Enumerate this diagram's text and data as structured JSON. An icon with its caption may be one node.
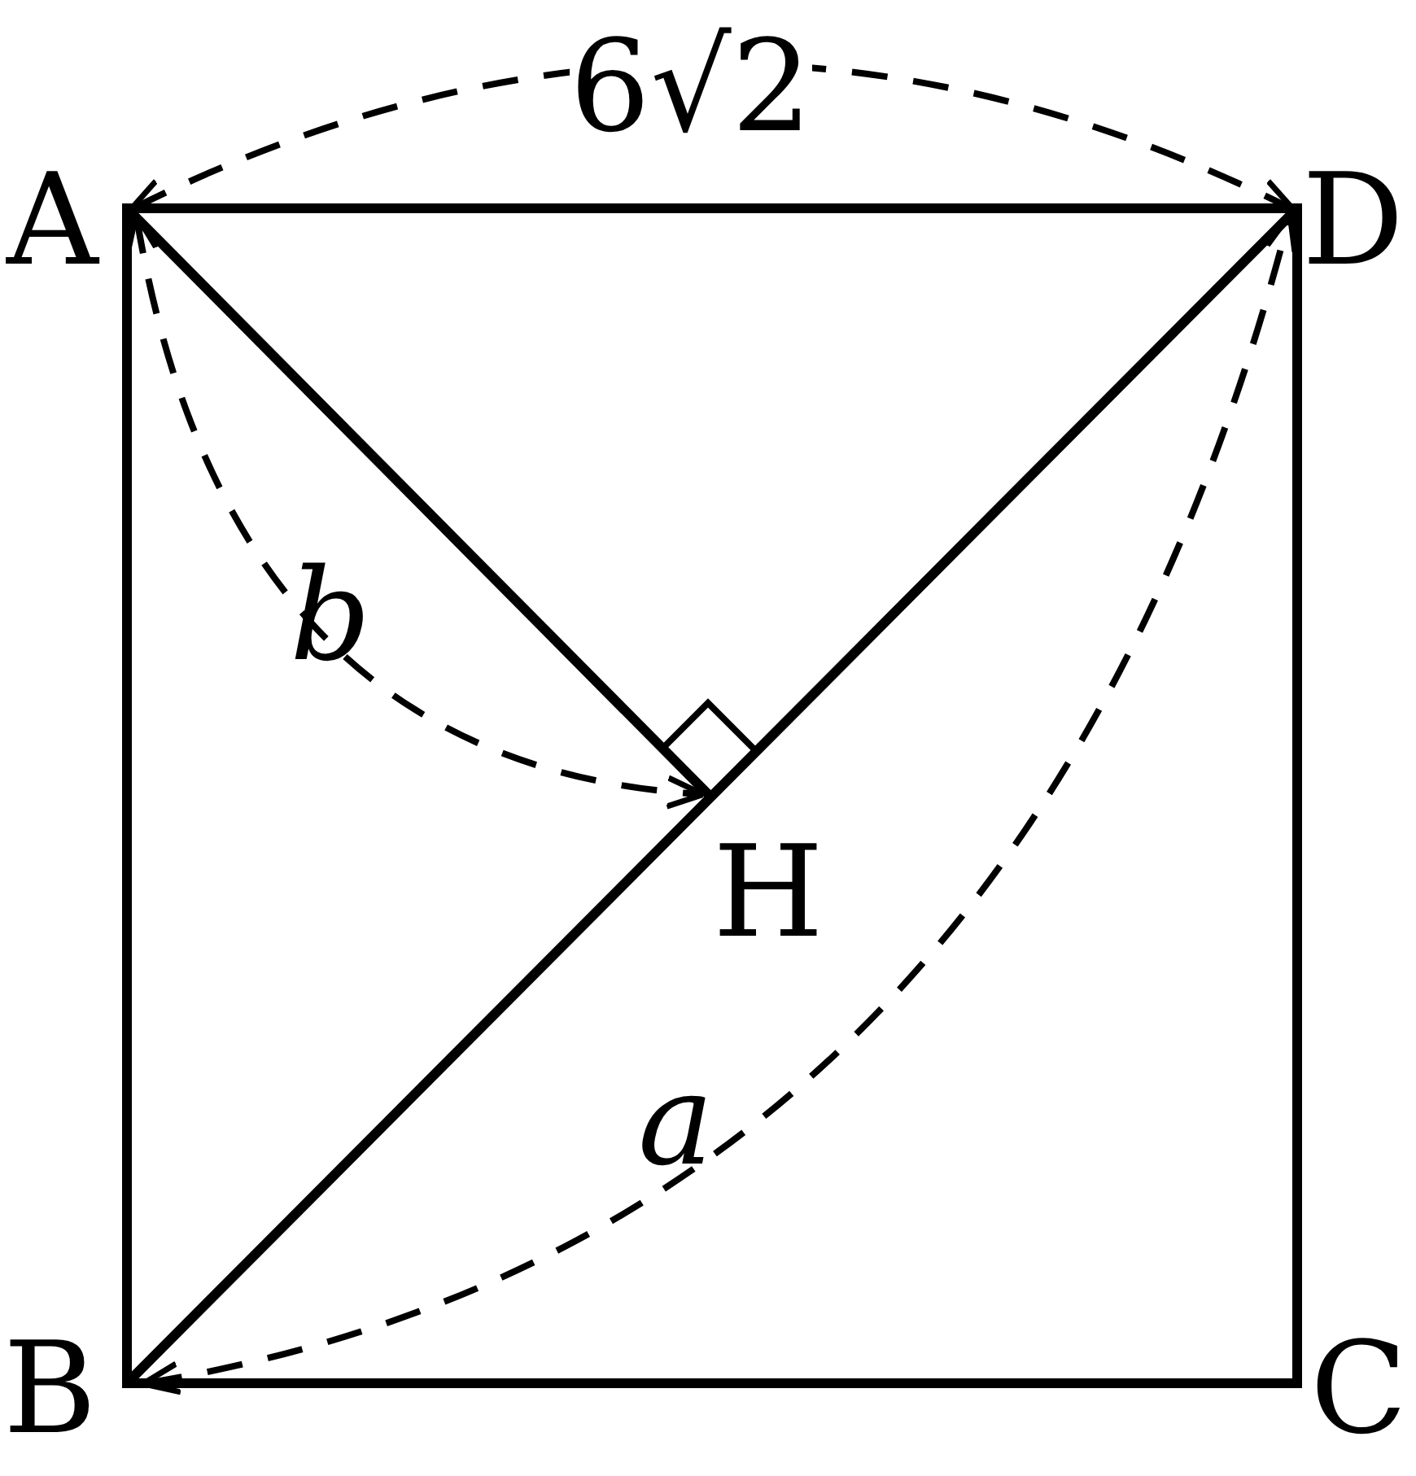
{
  "diagram": {
    "labels": [
      "6√2",
      "A",
      "D",
      "b",
      "H",
      "a",
      "B",
      "C"
    ]
  }
}
